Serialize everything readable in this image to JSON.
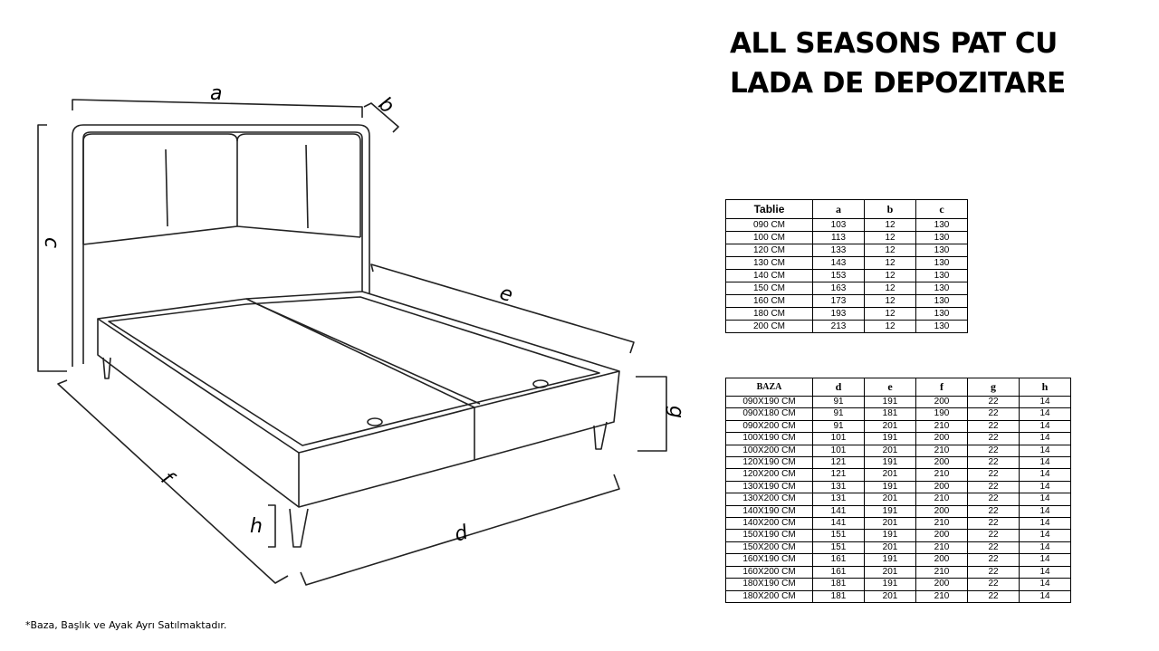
{
  "title_lines": [
    "ALL SEASONS PAT CU",
    "LADA DE DEPOZITARE"
  ],
  "footnote": "*Baza, Başlık ve Ayak Ayrı Satılmaktadır.",
  "dimension_labels": {
    "a": "a",
    "b": "b",
    "c": "c",
    "d": "d",
    "e": "e",
    "f": "f",
    "g": "g",
    "h": "h"
  },
  "tablie": {
    "headers": [
      "Tablie",
      "a",
      "b",
      "c"
    ],
    "rows": [
      [
        "090 CM",
        "103",
        "12",
        "130"
      ],
      [
        "100 CM",
        "113",
        "12",
        "130"
      ],
      [
        "120 CM",
        "133",
        "12",
        "130"
      ],
      [
        "130 CM",
        "143",
        "12",
        "130"
      ],
      [
        "140 CM",
        "153",
        "12",
        "130"
      ],
      [
        "150 CM",
        "163",
        "12",
        "130"
      ],
      [
        "160 CM",
        "173",
        "12",
        "130"
      ],
      [
        "180 CM",
        "193",
        "12",
        "130"
      ],
      [
        "200 CM",
        "213",
        "12",
        "130"
      ]
    ]
  },
  "baza": {
    "headers": [
      "BAZA",
      "d",
      "e",
      "f",
      "g",
      "h"
    ],
    "rows": [
      [
        "090X190 CM",
        "91",
        "191",
        "200",
        "22",
        "14"
      ],
      [
        "090X180 CM",
        "91",
        "181",
        "190",
        "22",
        "14"
      ],
      [
        "090X200 CM",
        "91",
        "201",
        "210",
        "22",
        "14"
      ],
      [
        "100X190 CM",
        "101",
        "191",
        "200",
        "22",
        "14"
      ],
      [
        "100X200 CM",
        "101",
        "201",
        "210",
        "22",
        "14"
      ],
      [
        "120X190 CM",
        "121",
        "191",
        "200",
        "22",
        "14"
      ],
      [
        "120X200 CM",
        "121",
        "201",
        "210",
        "22",
        "14"
      ],
      [
        "130X190 CM",
        "131",
        "191",
        "200",
        "22",
        "14"
      ],
      [
        "130X200 CM",
        "131",
        "201",
        "210",
        "22",
        "14"
      ],
      [
        "140X190 CM",
        "141",
        "191",
        "200",
        "22",
        "14"
      ],
      [
        "140X200 CM",
        "141",
        "201",
        "210",
        "22",
        "14"
      ],
      [
        "150X190 CM",
        "151",
        "191",
        "200",
        "22",
        "14"
      ],
      [
        "150X200 CM",
        "151",
        "201",
        "210",
        "22",
        "14"
      ],
      [
        "160X190 CM",
        "161",
        "191",
        "200",
        "22",
        "14"
      ],
      [
        "160X200 CM",
        "161",
        "201",
        "210",
        "22",
        "14"
      ],
      [
        "180X190 CM",
        "181",
        "191",
        "200",
        "22",
        "14"
      ],
      [
        "180X200 CM",
        "181",
        "201",
        "210",
        "22",
        "14"
      ]
    ]
  }
}
